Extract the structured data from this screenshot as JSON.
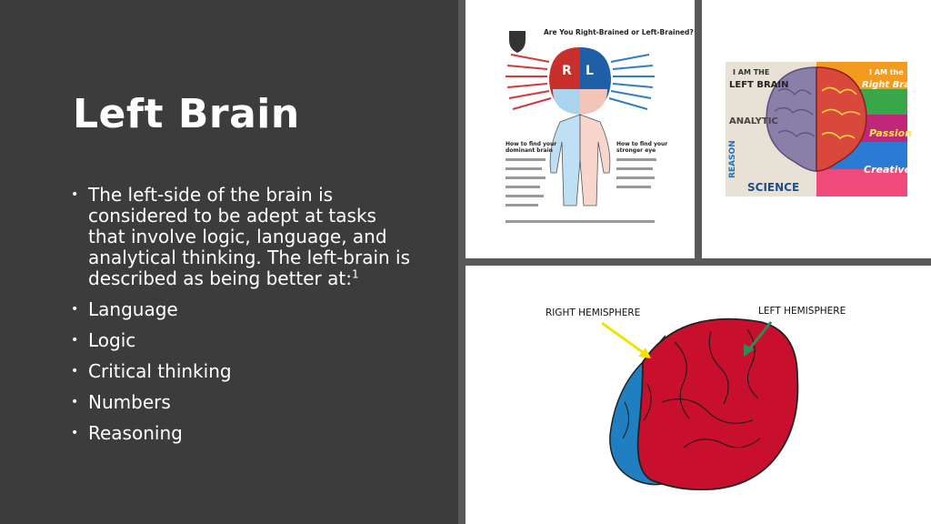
{
  "slide": {
    "title": "Left Brain",
    "bullets": [
      {
        "text": "The left-side of the brain is considered to be adept at tasks that involve logic, language, and analytical thinking. The left-brain is described as being better at:",
        "sup": "1"
      },
      {
        "text": "Language"
      },
      {
        "text": "Logic"
      },
      {
        "text": "Critical thinking"
      },
      {
        "text": "Numbers"
      },
      {
        "text": "Reasoning"
      }
    ]
  },
  "poster": {
    "title": "Are You Right-Brained or Left-Brained?",
    "r_letter": "R",
    "l_letter": "L",
    "left_heading": "How to find your dominant brain",
    "right_heading": "How to find your stronger eye"
  },
  "art": {
    "left_words": [
      "I AM THE",
      "LEFT BRAIN",
      "ANALYTIC",
      "REASON",
      "SCIENCE"
    ],
    "right_words": [
      "I AM the",
      "Right Brain!",
      "Passion",
      "Creative"
    ]
  },
  "hemispheres": {
    "right_label": "RIGHT HEMISPHERE",
    "left_label": "LEFT HEMISPHERE"
  },
  "colors": {
    "panel_bg": "#3c3c3c",
    "brain_red": "#c8102e",
    "brain_blue": "#1f7fc1",
    "arrow_yellow": "#f2e300",
    "arrow_green": "#2e8b57"
  }
}
